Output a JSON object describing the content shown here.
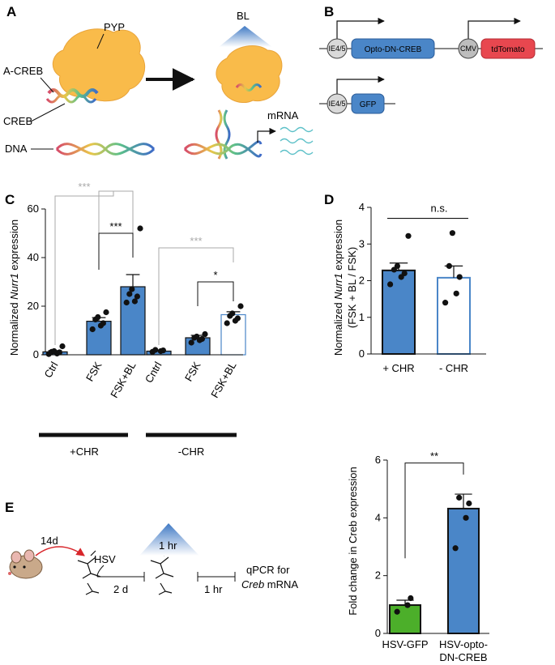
{
  "panels": {
    "A": {
      "label": "A",
      "pyp": "PYP",
      "acreb": "A-CREB",
      "creb": "CREB",
      "dna": "DNA",
      "bl": "BL",
      "mrna": "mRNA"
    },
    "B": {
      "label": "B",
      "promoter1": "IE4/5",
      "gene1": "Opto-DN-CREB",
      "promoter2": "CMV",
      "gene2": "tdTomato",
      "promoter3": "IE4/5",
      "gene3": "GFP"
    },
    "C": {
      "label": "C"
    },
    "D": {
      "label": "D"
    },
    "E": {
      "label": "E",
      "days14": "14d",
      "hsv": "HSV",
      "d2": "2 d",
      "hr1_light": "1 hr",
      "hr1": "1 hr",
      "qpcr_line1": "qPCR for",
      "qpcr_gene": "Creb",
      "qpcr_rest": " mRNA"
    }
  },
  "colors": {
    "blue": "#4a86c8",
    "green": "#4caf2a",
    "red": "#e8474f",
    "orange": "#f9bb4a",
    "grey_sig": "#aaaaaa"
  },
  "chart_data": [
    {
      "id": "C",
      "type": "bar",
      "ylabel_prefix": "Normalized ",
      "ylabel_gene": "Nurr1",
      "ylabel_suffix": " expression",
      "categories": [
        "Ctrl",
        "FSK",
        "FSK+BL",
        "Cntrl",
        "FSK",
        "FSK+BL"
      ],
      "values": [
        1.2,
        13.8,
        28.0,
        1.5,
        7.0,
        16.5
      ],
      "errors": [
        0.5,
        1.5,
        5.0,
        0.3,
        1.0,
        1.2
      ],
      "fill": [
        "blue",
        "blue",
        "blue",
        "blue",
        "blue",
        "white"
      ],
      "points": [
        [
          0.3,
          0.5,
          1.0,
          1.2,
          1.5,
          3.5
        ],
        [
          10.5,
          12.0,
          13.0,
          14.5,
          15.5,
          17.5
        ],
        [
          21.5,
          22.0,
          24.0,
          25.0,
          27.0,
          52.0
        ],
        [
          1.2,
          1.5,
          1.8,
          2.0
        ],
        [
          5.0,
          6.0,
          6.5,
          7.0,
          7.5,
          8.5
        ],
        [
          13.0,
          14.0,
          15.0,
          16.0,
          17.0,
          20.0
        ]
      ],
      "ylim": [
        0,
        60
      ],
      "yticks": [
        0,
        20,
        40,
        60
      ],
      "groups": [
        "+CHR",
        "-CHR"
      ],
      "significance": [
        "***",
        "***",
        "***",
        "*"
      ]
    },
    {
      "id": "D",
      "type": "bar",
      "ylabel_line1_prefix": "Normalized ",
      "ylabel_line1_gene": "Nurr1",
      "ylabel_line1_suffix": " expression",
      "ylabel_line2": "(FSK + BL / FSK)",
      "categories": [
        "+ CHR",
        "- CHR"
      ],
      "values": [
        2.28,
        2.08
      ],
      "errors": [
        0.2,
        0.32
      ],
      "fill": [
        "blue",
        "white"
      ],
      "points": [
        [
          1.9,
          2.1,
          2.2,
          2.3,
          2.4,
          3.22
        ],
        [
          1.4,
          1.65,
          2.1,
          2.4,
          3.3
        ]
      ],
      "ylim": [
        0,
        4
      ],
      "yticks": [
        0,
        1,
        2,
        3,
        4
      ],
      "significance": "n.s."
    },
    {
      "id": "E",
      "type": "bar",
      "ylabel": "Fold change in Creb expression",
      "categories": [
        "HSV-GFP",
        "HSV-opto-DN-CREB"
      ],
      "cat_line1": [
        "HSV-GFP",
        "HSV-opto-"
      ],
      "cat_line2": [
        "",
        "DN-CREB"
      ],
      "values": [
        0.98,
        4.32
      ],
      "errors": [
        0.17,
        0.5
      ],
      "fill": [
        "green",
        "blue"
      ],
      "points": [
        [
          0.75,
          0.98,
          1.22
        ],
        [
          2.95,
          4.0,
          4.5,
          4.7
        ]
      ],
      "ylim": [
        0,
        6
      ],
      "yticks": [
        0,
        2,
        4,
        6
      ],
      "significance": "**"
    }
  ]
}
